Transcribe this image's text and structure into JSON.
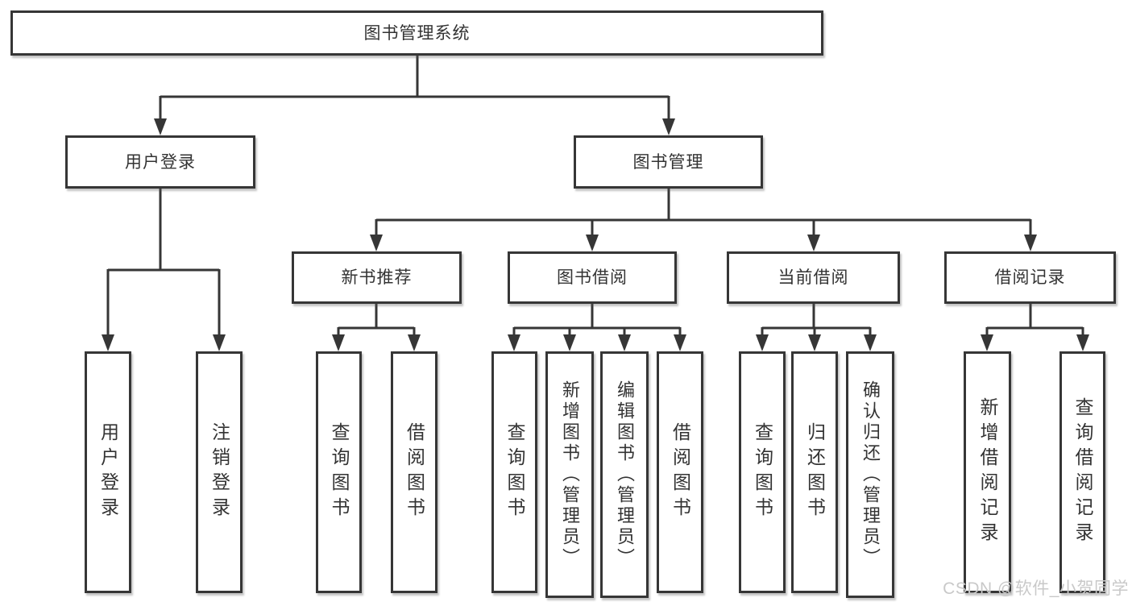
{
  "tree": {
    "root": {
      "label": "图书管理系统"
    },
    "branches": [
      {
        "label": "用户登录",
        "children": [
          {
            "label": "用户登录"
          },
          {
            "label": "注销登录"
          }
        ]
      },
      {
        "label": "图书管理",
        "children": [
          {
            "label": "新书推荐",
            "children": [
              {
                "label": "查询图书"
              },
              {
                "label": "借阅图书"
              }
            ]
          },
          {
            "label": "图书借阅",
            "children": [
              {
                "label": "查询图书"
              },
              {
                "label": "新增图书（管理员）"
              },
              {
                "label": "编辑图书（管理员）"
              },
              {
                "label": "借阅图书"
              }
            ]
          },
          {
            "label": "当前借阅",
            "children": [
              {
                "label": "查询图书"
              },
              {
                "label": "归还图书"
              },
              {
                "label": "确认归还（管理员）"
              }
            ]
          },
          {
            "label": "借阅记录",
            "children": [
              {
                "label": "新增借阅记录"
              },
              {
                "label": "查询借阅记录"
              }
            ]
          }
        ]
      }
    ]
  },
  "watermark": {
    "text": "CSDN @软件_小贺同学"
  },
  "colors": {
    "line": "#363636",
    "text": "#333333",
    "watermark": "#c9c9c9",
    "background": "#ffffff"
  }
}
